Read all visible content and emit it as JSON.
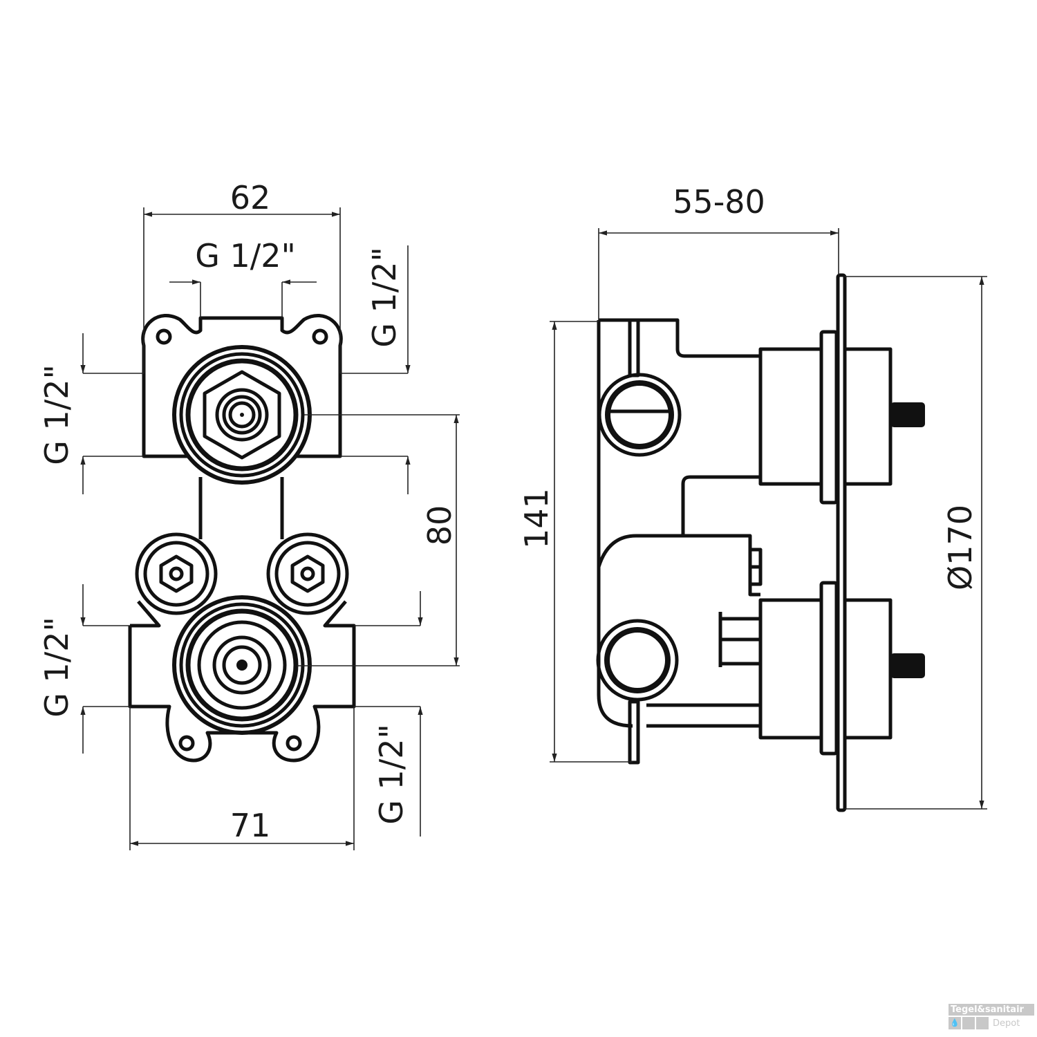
{
  "front_view": {
    "width_top": "62",
    "inlet_top": "G 1/2\"",
    "left_top_thread": "G 1/2\"",
    "right_top_thread": "G 1/2\"",
    "center_distance": "80",
    "left_bottom_thread": "G 1/2\"",
    "right_bottom_thread": "G 1/2\"",
    "width_bottom": "71"
  },
  "side_view": {
    "depth": "55-80",
    "height": "141",
    "plate_diameter": "Ø170"
  },
  "watermark": {
    "line1": "Tegel&sanitair",
    "line2": "Depot"
  }
}
